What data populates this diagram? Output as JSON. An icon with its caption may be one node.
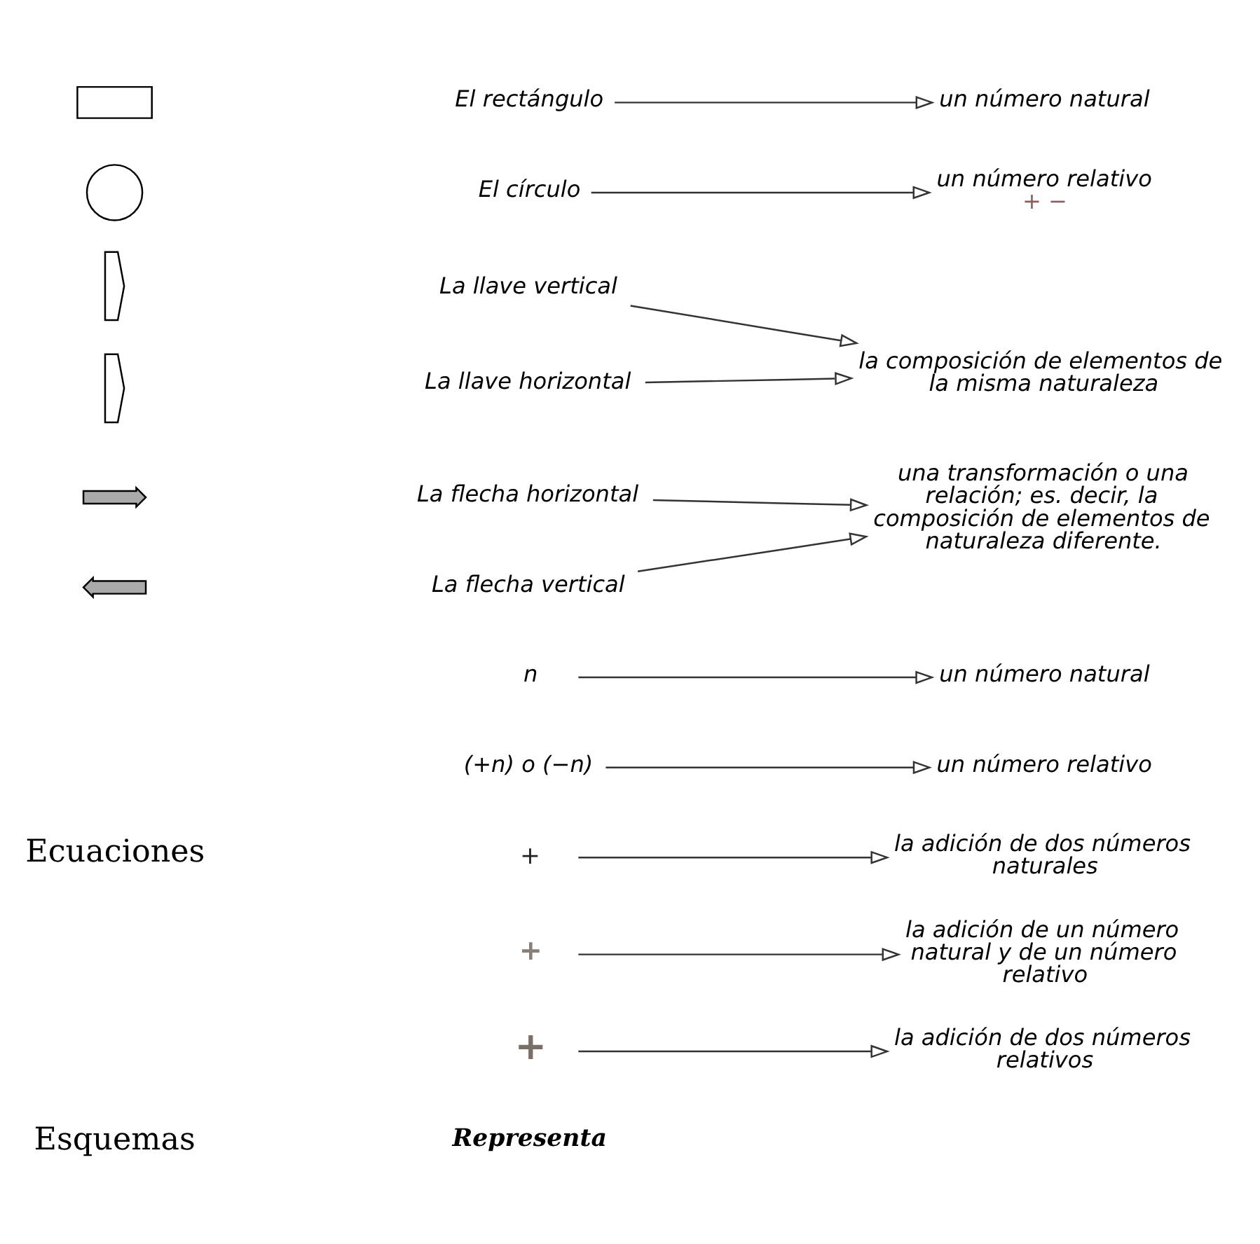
{
  "diagram": {
    "nodes": [
      {
        "text": [],
        "shape": "box"
      },
      {
        "text": [
          "El rectángulo"
        ]
      },
      {
        "text": [
          "un número natural"
        ]
      },
      {
        "text": [],
        "shape": "circle"
      },
      {
        "text": [
          "El círculo"
        ]
      },
      {
        "text": [
          "un número relativo"
        ],
        "beside": [
          "+ −"
        ]
      },
      {
        "text": [],
        "shape": "brace"
      },
      {
        "text": [
          "La llave vertical"
        ]
      },
      {
        "text": [
          "la composición de elementos de la misma naturaleza"
        ]
      },
      {
        "text": [],
        "shape": "brace"
      },
      {
        "text": [
          "La llave horizontal"
        ]
      },
      {
        "text": [
          "una transformación o una relación; es. decir, la composición de elementos de naturaleza diferente."
        ]
      },
      {
        "text": [],
        "shape": "arrow"
      },
      {
        "text": [
          "La flecha horizontal"
        ]
      },
      {
        "text": [],
        "shape": "arrow"
      },
      {
        "text": [
          "La flecha vertical"
        ]
      },
      {
        "text": [
          "n"
        ]
      },
      {
        "text": [
          "un número natural"
        ]
      },
      {
        "text": [
          "(+n) o (−n)"
        ]
      },
      {
        "text": [
          "un número relativo"
        ]
      },
      {
        "text": [
          "+"
        ]
      },
      {
        "text": [
          "la adición de dos números naturales"
        ]
      },
      {
        "text": [
          "+"
        ]
      },
      {
        "text": [
          "la adición de un número natural y de un número relativo"
        ]
      },
      {
        "text": [
          "+"
        ]
      },
      {
        "text": [
          "la adición de dos números relativos"
        ]
      }
    ],
    "edges": [
      {
        "from": 1,
        "to": 2,
        "arrow": "to"
      },
      {
        "from": 4,
        "to": 5,
        "arrow": "to"
      },
      {
        "from": 7,
        "to": 8,
        "arrow": "to"
      },
      {
        "from": 10,
        "to": 8,
        "arrow": "to"
      },
      {
        "from": 13,
        "to": 11,
        "arrow": "to"
      },
      {
        "from": 15,
        "to": 11,
        "arrow": "to"
      },
      {
        "from": 16,
        "to": 17,
        "arrow": "to"
      },
      {
        "from": 18,
        "to": 19,
        "arrow": "to"
      },
      {
        "from": 20,
        "to": 21,
        "arrow": "to"
      },
      {
        "from": 22,
        "to": 23,
        "arrow": "to"
      },
      {
        "from": 24,
        "to": 25,
        "arrow": "to"
      }
    ],
    "labels": [
      "Esquemas",
      "Representa",
      "Ecuaciones"
    ]
  }
}
